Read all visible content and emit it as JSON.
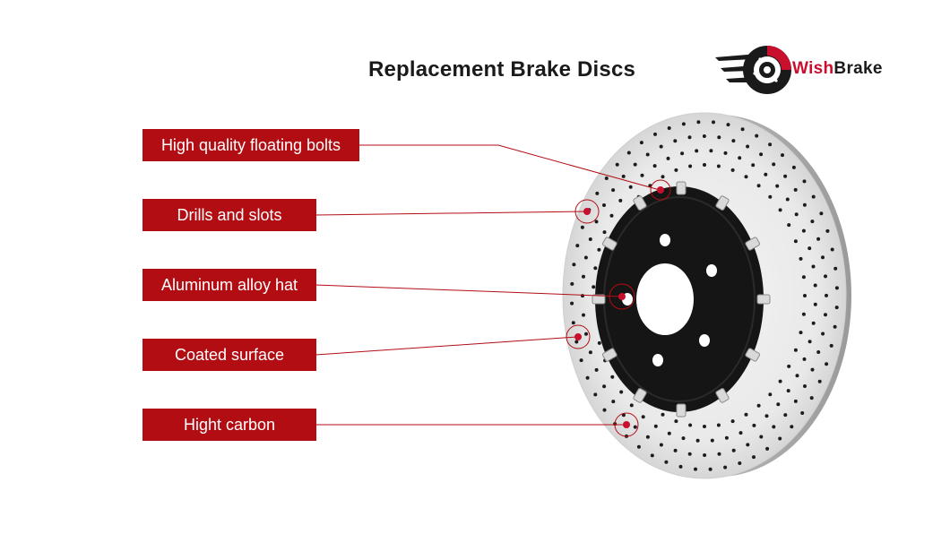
{
  "title": "Replacement Brake Discs",
  "brand": {
    "prefix": "Wish",
    "suffix": "Brake",
    "icon": "brake-disc-logo-icon"
  },
  "labels": [
    {
      "id": "floating-bolts",
      "text": "High quality floating bolts"
    },
    {
      "id": "drills-slots",
      "text": "Drills and slots"
    },
    {
      "id": "aluminum-hat",
      "text": "Aluminum alloy hat"
    },
    {
      "id": "coated-surface",
      "text": "Coated surface"
    },
    {
      "id": "high-carbon",
      "text": "Hight carbon"
    }
  ],
  "colors": {
    "accent": "#b30d14",
    "hat": "#141414",
    "rotor": "#e6e6e6"
  }
}
